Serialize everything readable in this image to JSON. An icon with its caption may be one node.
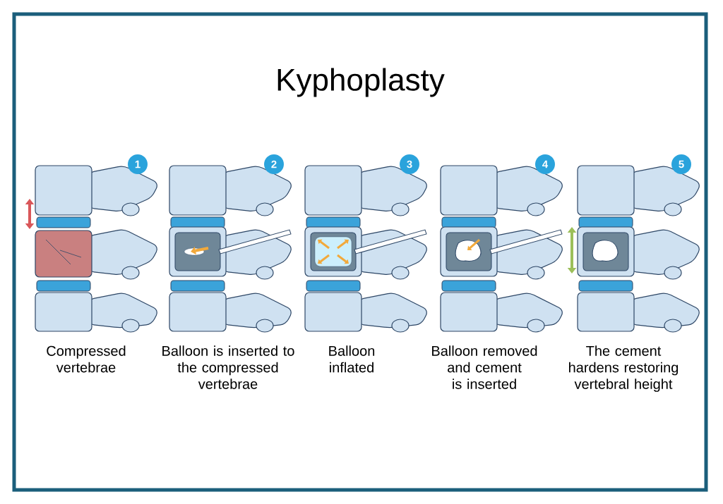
{
  "diagram": {
    "title": "Kyphoplasty",
    "labels": [
      "1",
      "2",
      "3",
      "4",
      "5",
      "Compressed vertebrae",
      "Balloon is inserted to the compressed vertebrae",
      "Balloon inflated",
      "Balloon removed and cement is inserted",
      "The cement hardens restoring vertebral height"
    ]
  }
}
